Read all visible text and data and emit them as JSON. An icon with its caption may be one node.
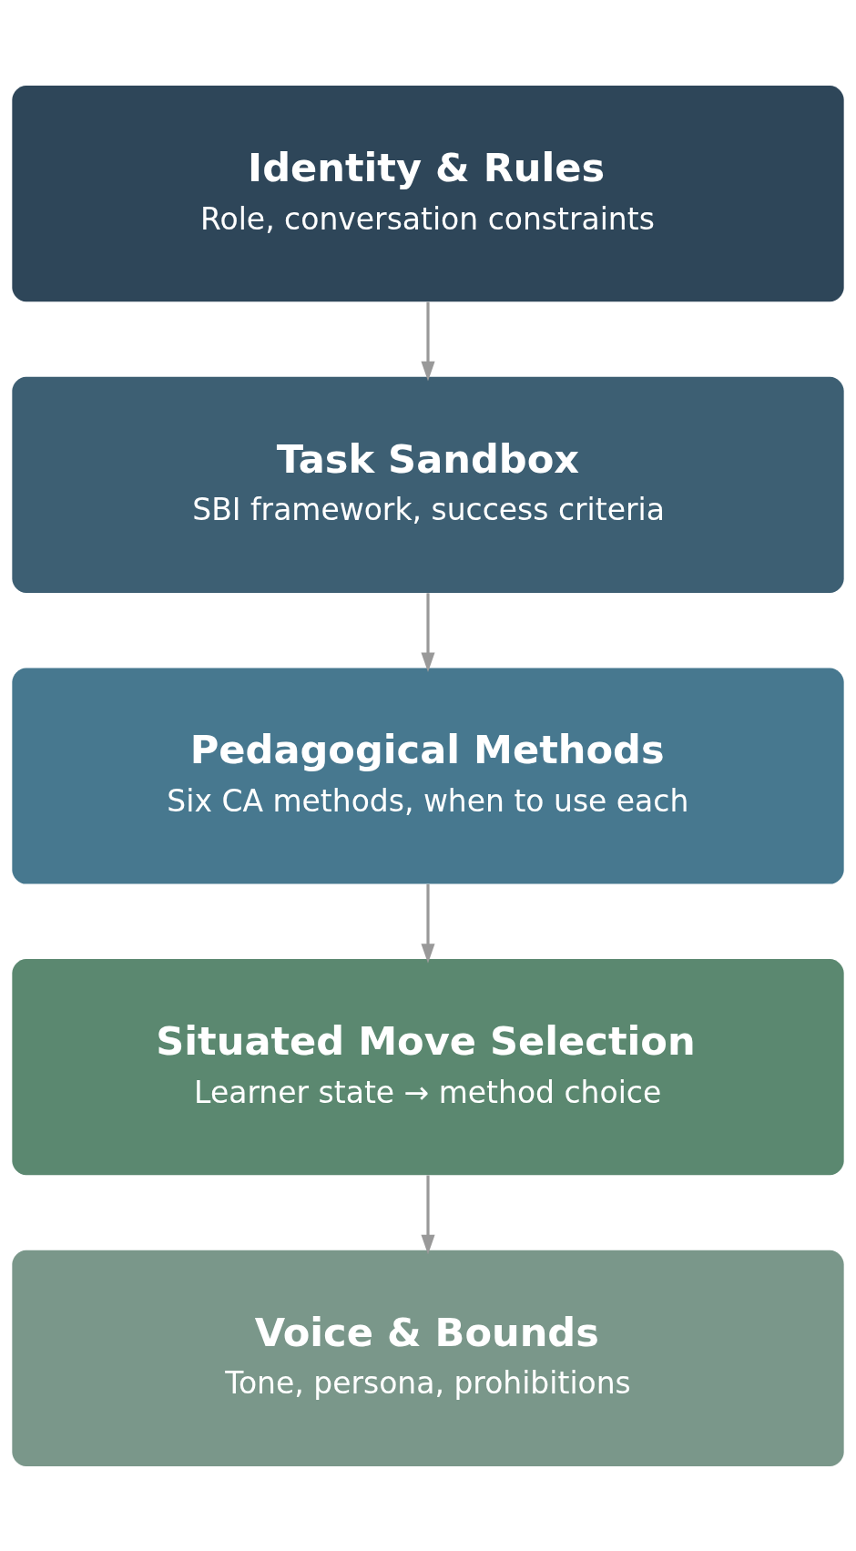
{
  "diagram": {
    "nodes": [
      {
        "text": [
          "Identity & Rules",
          "Role, conversation constraints"
        ]
      },
      {
        "text": [
          "Task Sandbox",
          "SBI framework, success criteria"
        ]
      },
      {
        "text": [
          "Pedagogical Methods",
          "Six CA methods, when to use each"
        ]
      },
      {
        "text": [
          "Situated Move Selection",
          "Learner state → method choice"
        ]
      },
      {
        "text": [
          "Voice & Bounds",
          "Tone, persona, prohibitions"
        ]
      }
    ],
    "edges": [
      {
        "from": 0,
        "to": 1,
        "arrow": "to"
      },
      {
        "from": 1,
        "to": 2,
        "arrow": "to"
      },
      {
        "from": 2,
        "to": 3,
        "arrow": "to"
      },
      {
        "from": 3,
        "to": 4,
        "arrow": "to"
      }
    ]
  }
}
